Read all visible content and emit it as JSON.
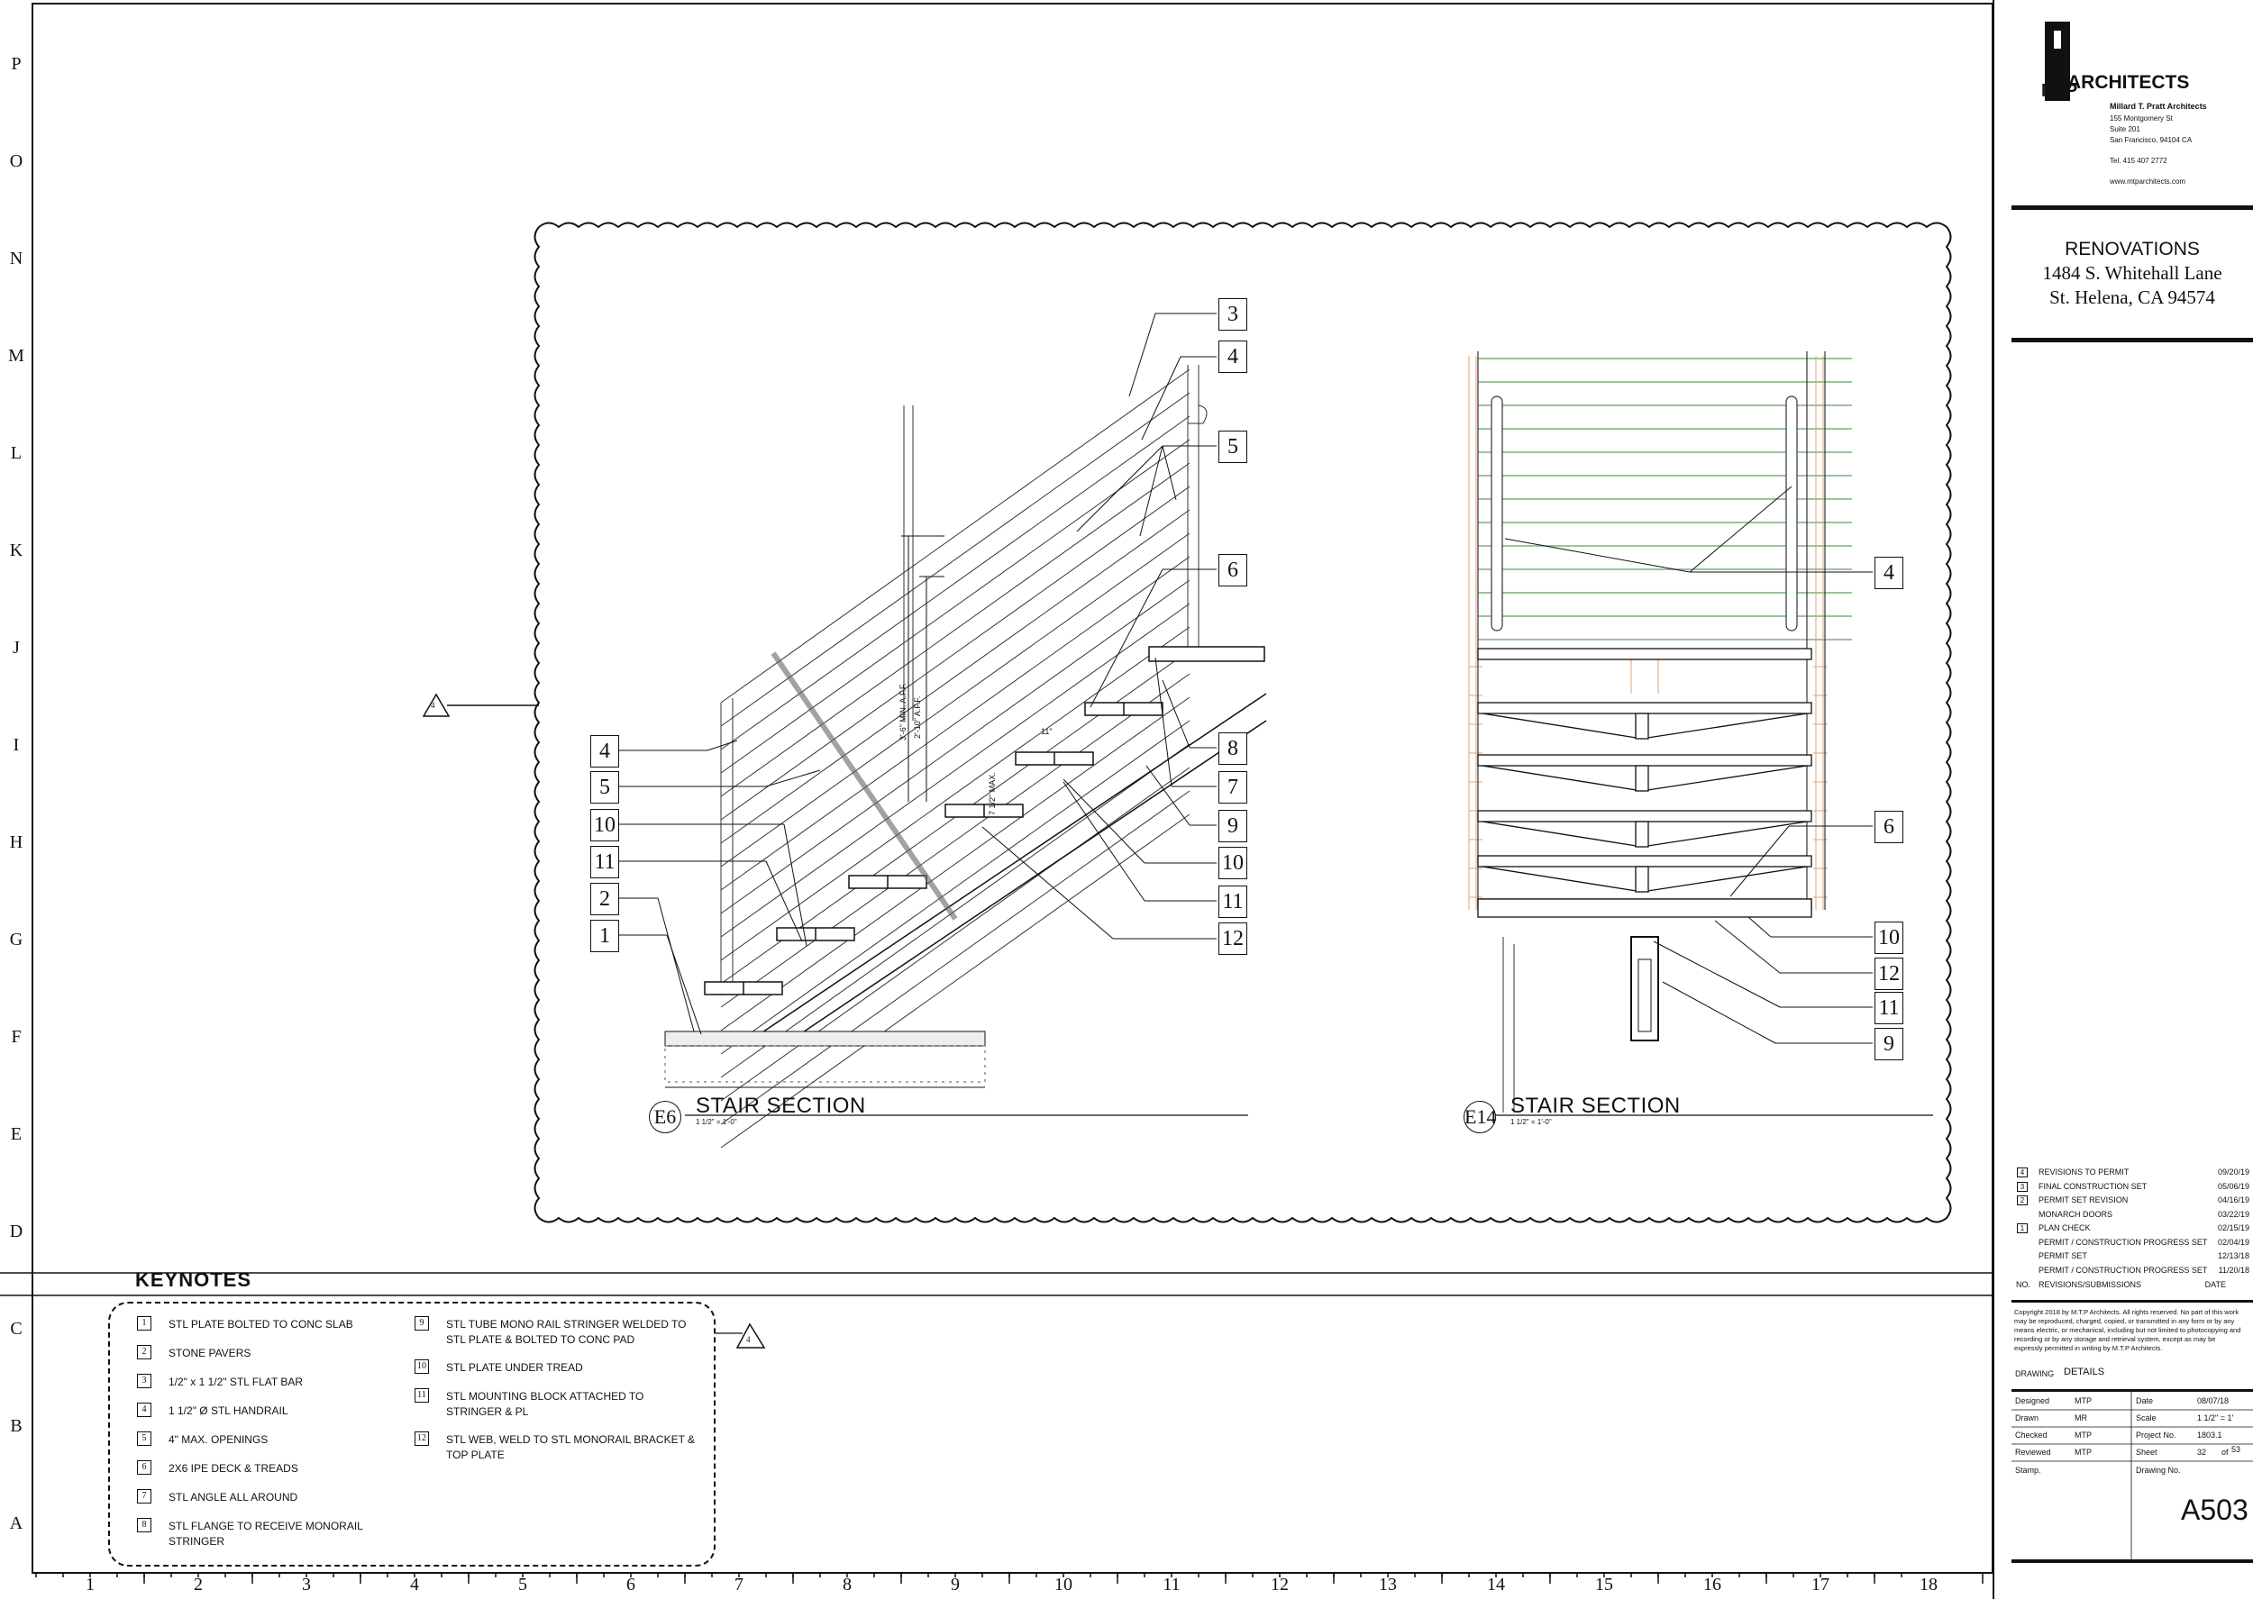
{
  "grid": {
    "rows": [
      "P",
      "O",
      "N",
      "M",
      "L",
      "K",
      "J",
      "I",
      "H",
      "G",
      "F",
      "E",
      "D",
      "C",
      "B",
      "A"
    ],
    "cols": [
      "1",
      "2",
      "3",
      "4",
      "5",
      "6",
      "7",
      "8",
      "9",
      "10",
      "11",
      "12",
      "13",
      "14",
      "15",
      "16",
      "17",
      "18"
    ]
  },
  "revision_marker": "4",
  "sections": [
    {
      "tag": "E6",
      "title": "STAIR SECTION",
      "scale": "1 1/2\" =     1'-0\""
    },
    {
      "tag": "E14",
      "title": "STAIR SECTION",
      "scale": "1 1/2\" =     1'-0\""
    }
  ],
  "section_e6": {
    "callouts_right": [
      "3",
      "4",
      "5",
      "6",
      "8",
      "7",
      "9",
      "10",
      "11",
      "12"
    ],
    "callouts_left": [
      "4",
      "5",
      "10",
      "11",
      "2",
      "1"
    ],
    "dimensions": {
      "guard_min": "3'-6\" MIN. A.F.F.",
      "guard_aff": "2'-10\" A.F.F.",
      "riser": "7 1/2\" MAX.",
      "tread": "11\""
    }
  },
  "section_e14": {
    "callouts": [
      "4",
      "6",
      "10",
      "12",
      "11",
      "9"
    ]
  },
  "keynotes": {
    "title": "KEYNOTES",
    "items": [
      {
        "num": "1",
        "text": "STL PLATE BOLTED TO CONC SLAB"
      },
      {
        "num": "2",
        "text": "STONE PAVERS"
      },
      {
        "num": "3",
        "text": "1/2\" x 1 1/2\" STL FLAT BAR"
      },
      {
        "num": "4",
        "text": "1 1/2\" Ø STL HANDRAIL"
      },
      {
        "num": "5",
        "text": "4\" MAX. OPENINGS"
      },
      {
        "num": "6",
        "text": "2X6 IPE DECK & TREADS"
      },
      {
        "num": "7",
        "text": "STL ANGLE ALL AROUND"
      },
      {
        "num": "8",
        "text": "STL FLANGE TO RECEIVE MONORAIL STRINGER"
      },
      {
        "num": "9",
        "text": "STL TUBE MONO RAIL STRINGER WELDED TO STL PLATE & BOLTED TO CONC PAD"
      },
      {
        "num": "10",
        "text": "STL PLATE UNDER TREAD"
      },
      {
        "num": "11",
        "text": "STL MOUNTING BLOCK ATTACHED TO STRINGER & PL"
      },
      {
        "num": "12",
        "text": "STL WEB, WELD TO STL MONORAIL BRACKET & TOP PLATE"
      }
    ]
  },
  "title_block": {
    "logo_letters": "MTP",
    "logo_word": "ARCHITECTS",
    "firm_name": "Millard T. Pratt Architects",
    "address1": "155 Montgomery St",
    "address2": "Suite 201",
    "address3": "San Francisco, 94104 CA",
    "phone": "Tel. 415 407 2772",
    "website": "www.mtparchitects.com",
    "project_title": "RENOVATIONS",
    "project_addr1": "1484 S. Whitehall Lane",
    "project_addr2": "St. Helena, CA  94574",
    "revisions": [
      {
        "num": "4",
        "desc": "REVISIONS TO PERMIT",
        "date": "09/20/19"
      },
      {
        "num": "3",
        "desc": "FINAL CONSTRUCTION SET",
        "date": "05/06/19"
      },
      {
        "num": "2",
        "desc": "PERMIT SET REVISION",
        "date": "04/16/19"
      },
      {
        "num": "",
        "desc": "MONARCH DOORS",
        "date": "03/22/19"
      },
      {
        "num": "1",
        "desc": "PLAN CHECK",
        "date": "02/15/19"
      },
      {
        "num": "",
        "desc": "PERMIT / CONSTRUCTION PROGRESS SET",
        "date": "02/04/19"
      },
      {
        "num": "",
        "desc": "PERMIT SET",
        "date": "12/13/18"
      },
      {
        "num": "",
        "desc": "PERMIT / CONSTRUCTION PROGRESS SET",
        "date": "11/20/18"
      }
    ],
    "rev_header": {
      "no": "NO.",
      "desc": "REVISIONS/SUBMISSIONS",
      "date": "DATE"
    },
    "copyright": "Copyright 2018 by M.T.P Architects. All rights reserved. No part of this work may be reproduced, charged, copied, or transmitted in any form or by any means electric, or mechanical, including but not limited to photocopying and recording or by any storage and retrieval system, except as may be expressly permitted in writing by M.T.P Architects.",
    "drawing_label": "DRAWING",
    "drawing_value": "DETAILS",
    "designed_label": "Designed",
    "designed_value": "MTP",
    "drawn_label": "Drawn",
    "drawn_value": "MR",
    "checked_label": "Checked",
    "checked_value": "MTP",
    "reviewed_label": "Reviewed",
    "reviewed_value": "MTP",
    "stamp_label": "Stamp.",
    "date_label": "Date",
    "date_value": "08/07/18",
    "scale_label": "Scale",
    "scale_value": "1 1/2\" = 1'",
    "project_no_label": "Project No.",
    "project_no_value": "1803.1",
    "sheet_label": "Sheet",
    "sheet_value": "32",
    "sheet_of": "of",
    "sheet_total": "53",
    "drawing_no_label": "Drawing No.",
    "drawing_no_value": "A503"
  }
}
